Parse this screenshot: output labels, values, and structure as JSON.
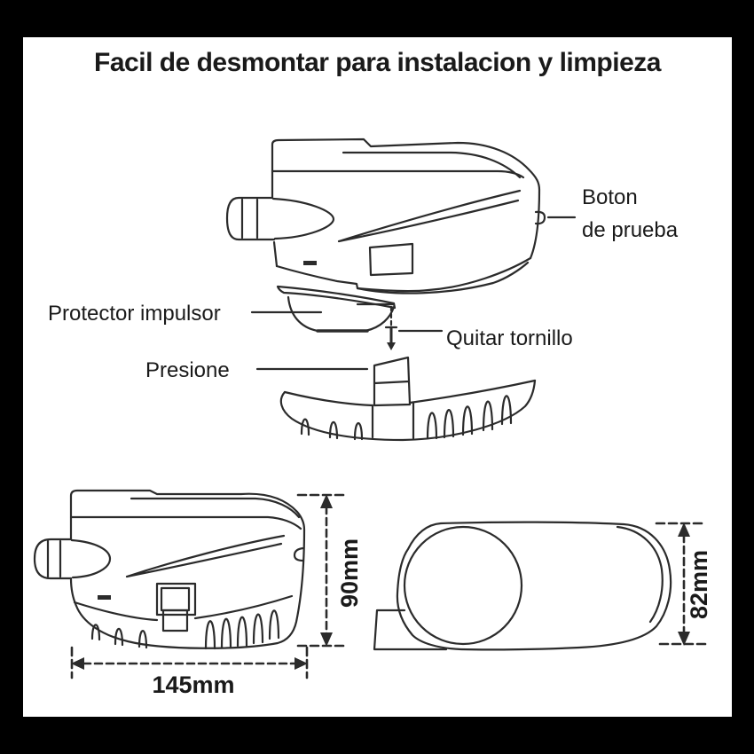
{
  "title": "Facil de desmontar para instalacion y limpieza",
  "callouts": {
    "test_button_line1": "Boton",
    "test_button_line2": "de prueba",
    "impeller_guard": "Protector impulsor",
    "remove_screw": "Quitar tornillo",
    "press": "Presione"
  },
  "dimensions": {
    "height": "90mm",
    "length": "145mm",
    "width": "82mm"
  },
  "colors": {
    "frame": "#000000",
    "background": "#ffffff",
    "line": "#2b2b2b",
    "text": "#1a1a1a"
  }
}
